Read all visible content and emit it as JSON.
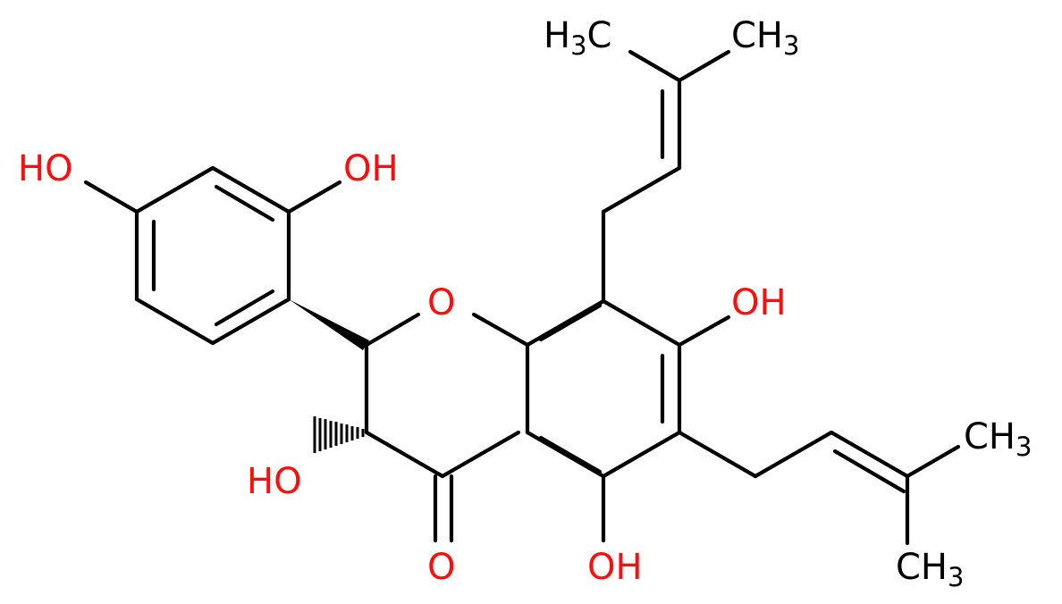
{
  "colors": {
    "bond": "#000000",
    "oxygen": "#ff0d0d",
    "carbon_label": "#000000",
    "background": "#ffffff"
  },
  "labels": {
    "oh_aryl_para": "HO",
    "oh_aryl_ortho": "OH",
    "oh_c7": "OH",
    "oh_c3": "HO",
    "oh_c5": "OH",
    "ring_o": "O",
    "keto_o": "O",
    "ch3_top_left": {
      "main": "H",
      "sub": "3",
      "tail": "C"
    },
    "ch3_top_right": {
      "main": "CH",
      "sub": "3"
    },
    "ch3_side_upper": {
      "main": "CH",
      "sub": "3"
    },
    "ch3_side_lower": {
      "main": "CH",
      "sub": "3"
    }
  }
}
